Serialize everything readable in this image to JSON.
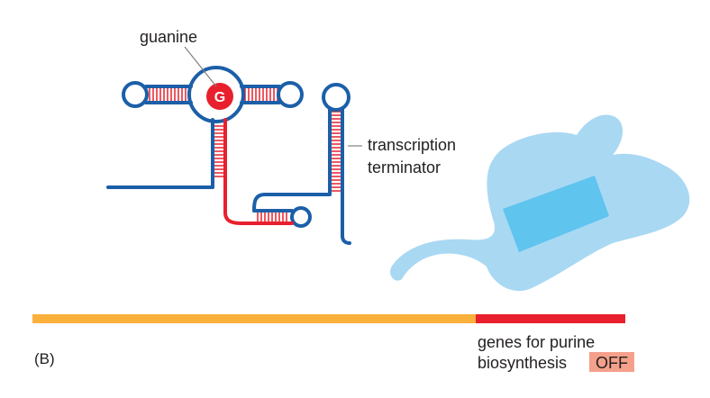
{
  "labels": {
    "ligand": "guanine",
    "ligand_symbol": "G",
    "terminator_line1": "transcription",
    "terminator_line2": "terminator",
    "genes_line1": "genes for purine",
    "genes_line2": "biosynthesis",
    "state": "OFF",
    "panel": "(B)"
  },
  "colors": {
    "rna_blue": "#1b5fa8",
    "rna_red": "#e8202d",
    "ligand_red": "#e8202d",
    "polymerase_light": "#a9d8f3",
    "polymerase_channel": "#5fc4ee",
    "dna_orange": "#fbb03b",
    "dna_red": "#e8202d",
    "off_badge": "#f4a08a"
  }
}
